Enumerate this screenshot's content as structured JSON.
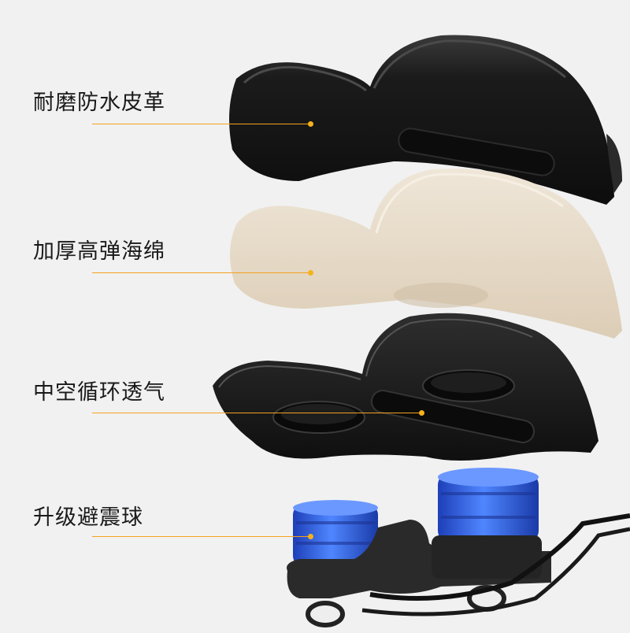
{
  "layers": [
    {
      "id": "leather",
      "label": "耐磨防水皮革"
    },
    {
      "id": "foam",
      "label": "加厚高弹海绵"
    },
    {
      "id": "base",
      "label": "中空循环透气"
    },
    {
      "id": "shock",
      "label": "升级避震球"
    }
  ],
  "colors": {
    "background": "#f1f1f1",
    "leader_line": "#f5a21e",
    "leather": "#1c1c1c",
    "foam": "#e8dccb",
    "base": "#161616",
    "shock_ball": "#2d5fe6"
  }
}
